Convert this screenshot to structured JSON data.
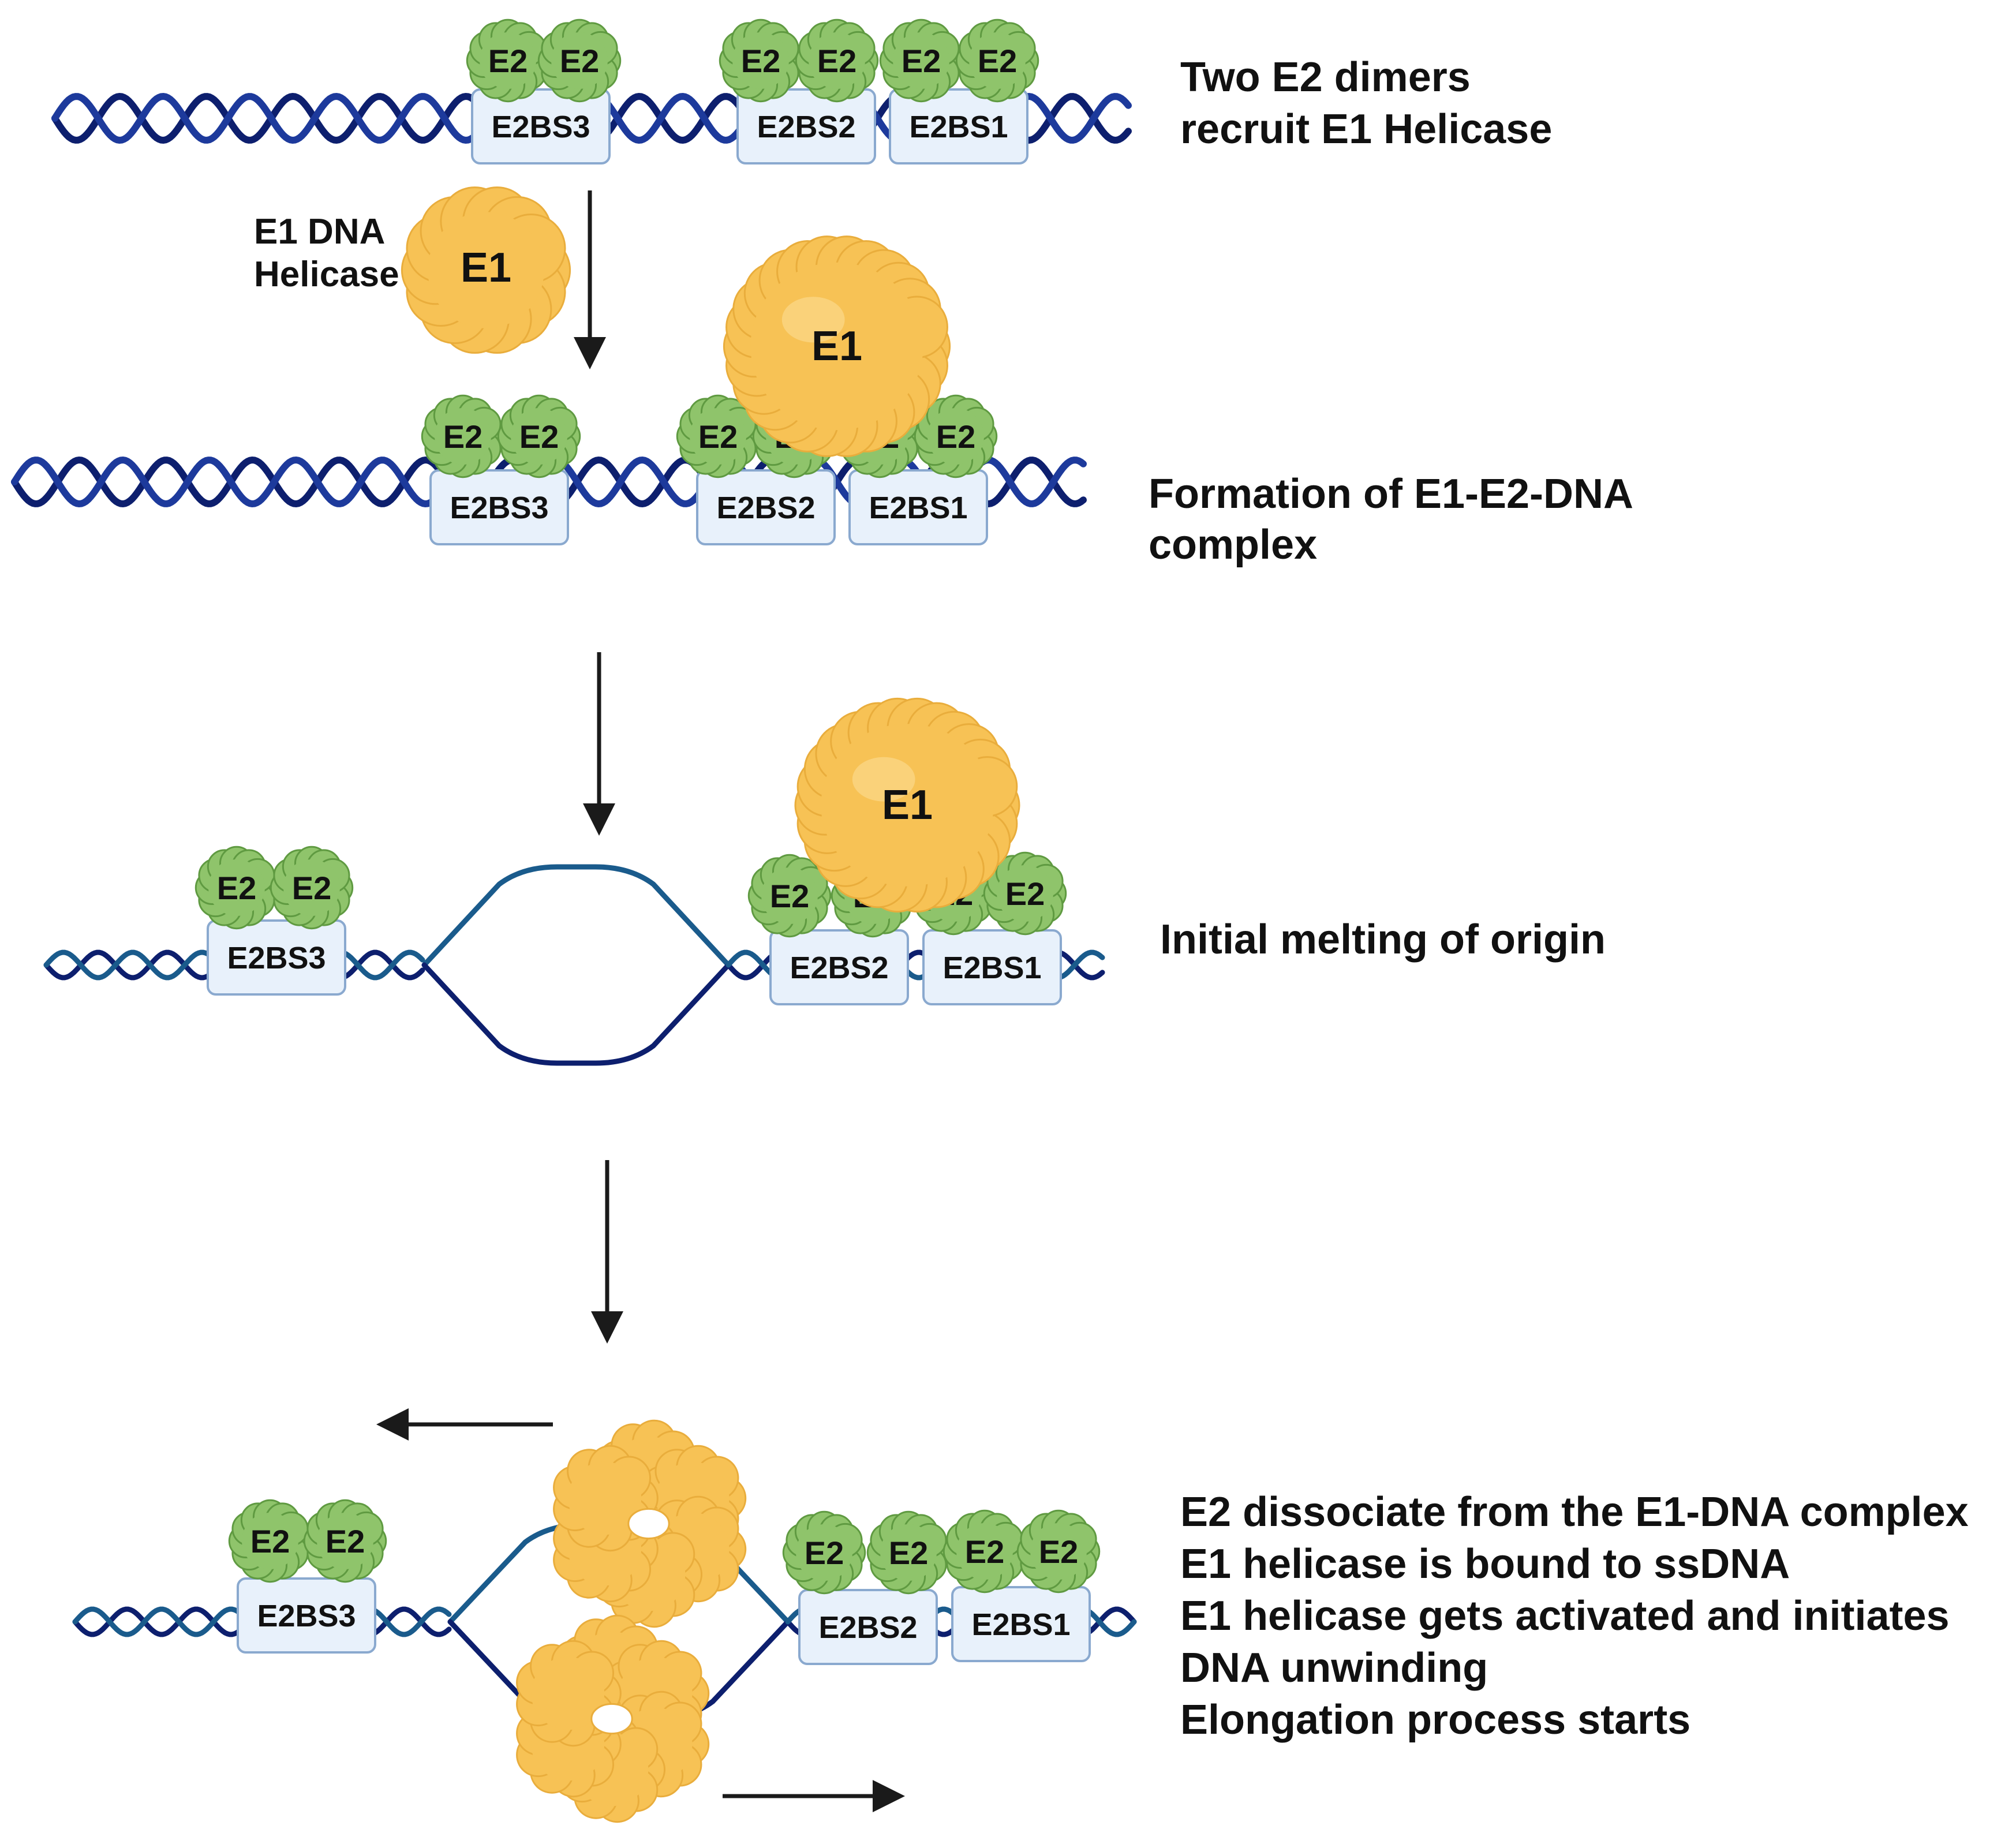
{
  "colors": {
    "dna_dark": "#0d1f6e",
    "dna_mid": "#1d3a9c",
    "dna_teal": "#1a5b8c",
    "box_fill": "#e8f1fb",
    "box_stroke": "#8aa9cf",
    "e2_fill": "#8fc46b",
    "e2_dark": "#5f9a41",
    "e1_fill": "#f7c255",
    "e1_light": "#fbd98a",
    "arrow": "#1a1a1a"
  },
  "labels": {
    "e2": "E2",
    "e1": "E1",
    "bs1": "E2BS1",
    "bs2": "E2BS2",
    "bs3": "E2BS3",
    "e1_free_line1": "E1 DNA",
    "e1_free_line2": "Helicase"
  },
  "steps": [
    {
      "lines": [
        "Two E2 dimers",
        "recruit E1 Helicase"
      ]
    },
    {
      "lines": [
        "Formation of E1-E2-DNA",
        "complex"
      ]
    },
    {
      "lines": [
        "Initial melting of origin"
      ]
    },
    {
      "lines": [
        "E2 dissociate from the E1-DNA complex",
        "E1 helicase is bound to ssDNA",
        "E1 helicase gets activated and initiates",
        "DNA unwinding",
        "Elongation process starts"
      ]
    }
  ],
  "icons": {
    "flow_arrow": "arrow-down-icon",
    "direction_left": "arrow-left-icon",
    "direction_right": "arrow-right-icon"
  }
}
